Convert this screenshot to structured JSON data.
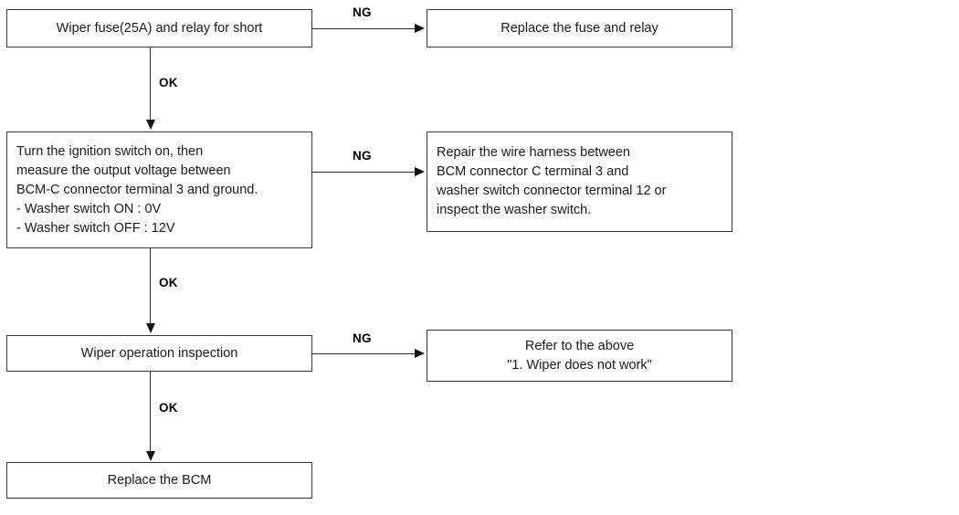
{
  "diagram": {
    "title": "Wiper / washer circuit troubleshooting flowchart",
    "type": "flowchart",
    "colors": {
      "background": "#ffffff",
      "box_border": "#3a3a3a",
      "connector": "#2b2b2b",
      "text": "#1a1a1a",
      "label": "#000000"
    },
    "nodes": {
      "check_fuse_relay": {
        "lines": [
          "Wiper fuse(25A) and relay for short"
        ],
        "align": "center"
      },
      "replace_fuse_relay": {
        "lines": [
          "Replace the fuse and relay"
        ],
        "align": "center"
      },
      "measure_voltage": {
        "lines": [
          "Turn the ignition switch on, then",
          "measure the output voltage between",
          "BCM-C connector terminal 3 and ground.",
          "- Washer switch ON : 0V",
          "- Washer switch OFF : 12V"
        ],
        "align": "left"
      },
      "repair_harness": {
        "lines": [
          "Repair the wire harness between",
          "BCM connector C terminal 3 and",
          "washer switch connector terminal 12 or",
          "inspect the washer switch."
        ],
        "align": "left"
      },
      "wiper_operation_inspection": {
        "lines": [
          "Wiper operation inspection"
        ],
        "align": "center"
      },
      "refer_above": {
        "lines": [
          "Refer to the above",
          "\"1. Wiper does not work\""
        ],
        "align": "center"
      },
      "replace_bcm": {
        "lines": [
          "Replace the BCM"
        ],
        "align": "center"
      }
    },
    "edge_labels": {
      "ng_1": "NG",
      "ng_2": "NG",
      "ng_3": "NG",
      "ok_1": "OK",
      "ok_2": "OK",
      "ok_3": "OK"
    }
  }
}
